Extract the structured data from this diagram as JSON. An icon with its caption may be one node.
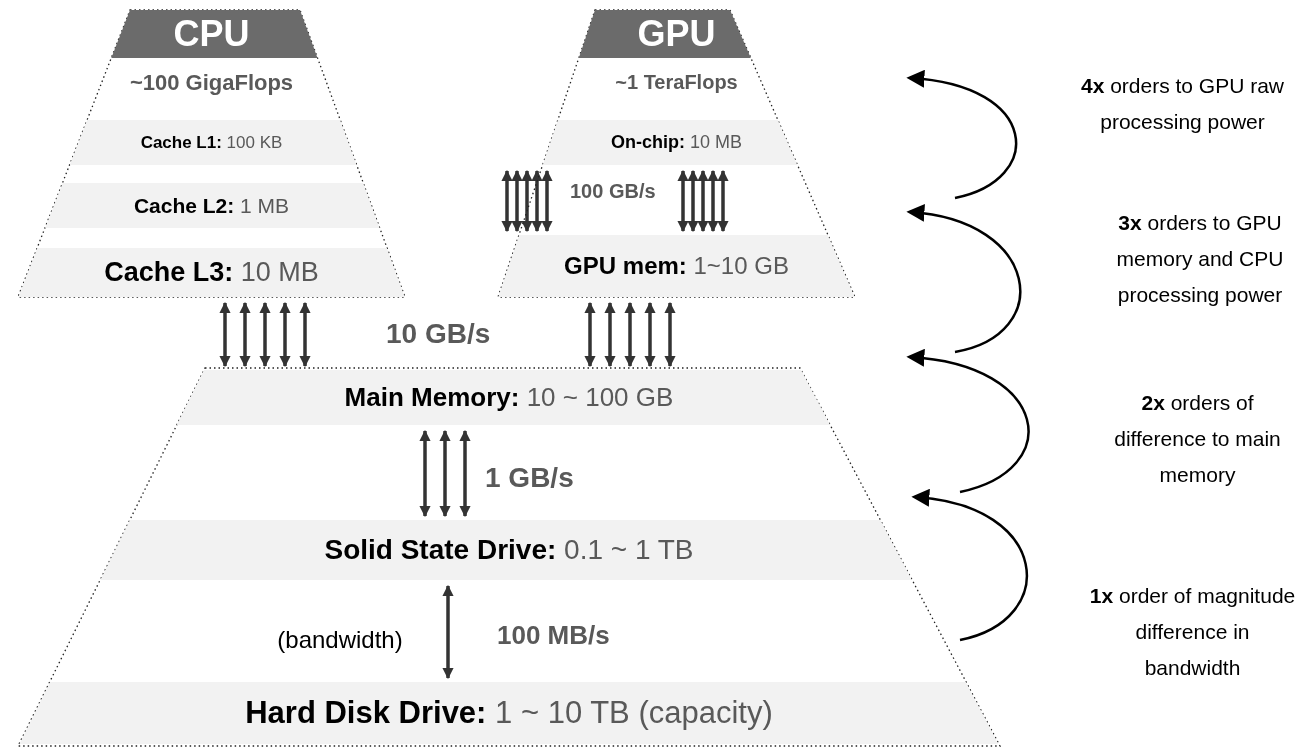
{
  "diagram": {
    "nodes": [
      {
        "text": [
          "CPU"
        ]
      },
      {
        "text": [
          "~100 GigaFlops"
        ],
        "in": 0
      },
      {
        "text": [
          "**Cache L1:** 100 KB"
        ],
        "in": 0
      },
      {
        "text": [
          "**Cache L2:** 1 MB"
        ],
        "in": 0
      },
      {
        "text": [
          "**Cache L3:** 10 MB"
        ],
        "in": 0
      },
      {
        "text": [
          "GPU"
        ]
      },
      {
        "text": [
          "~1 TeraFlops"
        ],
        "in": 5
      },
      {
        "text": [
          "**On-chip:** 10 MB"
        ],
        "in": 5
      },
      {
        "text": [
          "**GPU mem:** 1~10 GB"
        ],
        "in": 5
      },
      {
        "text": [],
        "shape": "trapezoid"
      },
      {
        "text": [
          "**Main Memory:** 10 ~ 100 GB"
        ],
        "in": 9
      },
      {
        "text": [
          "**Solid State Drive:** 0.1 ~ 1 TB"
        ],
        "in": 9
      },
      {
        "text": [
          "**Hard Disk Drive:** 1 ~ 10 TB (capacity)"
        ],
        "in": 9
      }
    ],
    "edges": [
      {
        "from": 7,
        "to": 8,
        "arrow": "both",
        "label": "100 GB/s"
      },
      {
        "from": 7,
        "to": 8,
        "arrow": "both"
      },
      {
        "from": 4,
        "to": 10,
        "arrow": "both",
        "label": "10 GB/s"
      },
      {
        "from": 8,
        "to": 10,
        "arrow": "both"
      },
      {
        "from": 10,
        "to": 11,
        "arrow": "both",
        "label": "1 GB/s"
      },
      {
        "from": 11,
        "to": 12,
        "arrow": "both",
        "label": "100 MB/s"
      }
    ],
    "labels": [
      "(bandwidth)",
      "**4x** orders to GPU raw processing power",
      "**3x** orders to GPU memory and CPU processing power",
      "**2x** orders of difference to main memory",
      "**1x** order of magnitude difference in bandwidth"
    ]
  }
}
